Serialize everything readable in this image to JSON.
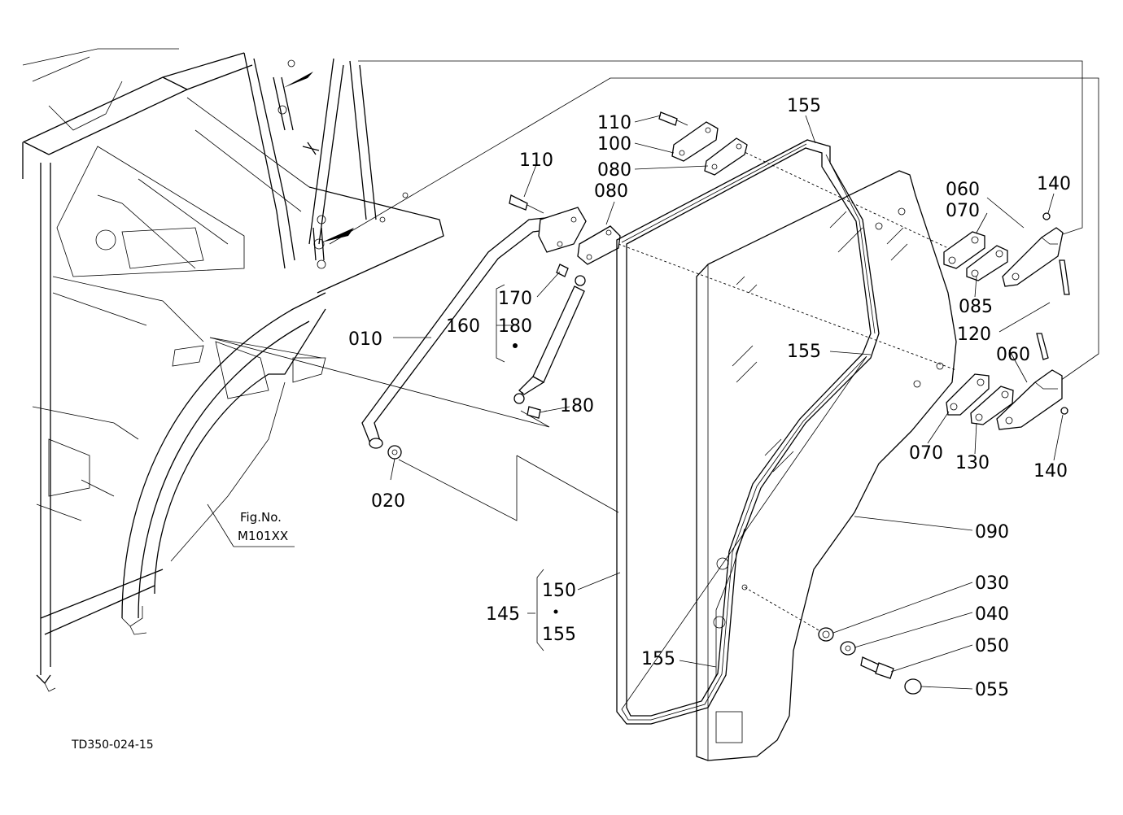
{
  "figure_ref": {
    "line1": "Fig.No.",
    "line2": "M101XX"
  },
  "drawing_code": "TD350-024-15",
  "callouts": {
    "p010": "010",
    "p020": "020",
    "p030": "030",
    "p040": "040",
    "p050": "050",
    "p055": "055",
    "p060a": "060",
    "p060b": "060",
    "p070a": "070",
    "p070b": "070",
    "p080a": "080",
    "p080b": "080",
    "p085": "085",
    "p090": "090",
    "p100": "100",
    "p110a": "110",
    "p110b": "110",
    "p120": "120",
    "p130": "130",
    "p140a": "140",
    "p140b": "140",
    "p145": "145",
    "p150": "150",
    "p155_kit": "155",
    "p155_top": "155",
    "p155_mid": "155",
    "p155_bot": "155",
    "p160": "160",
    "p170": "170",
    "p180_kit": "180",
    "p180": "180"
  }
}
